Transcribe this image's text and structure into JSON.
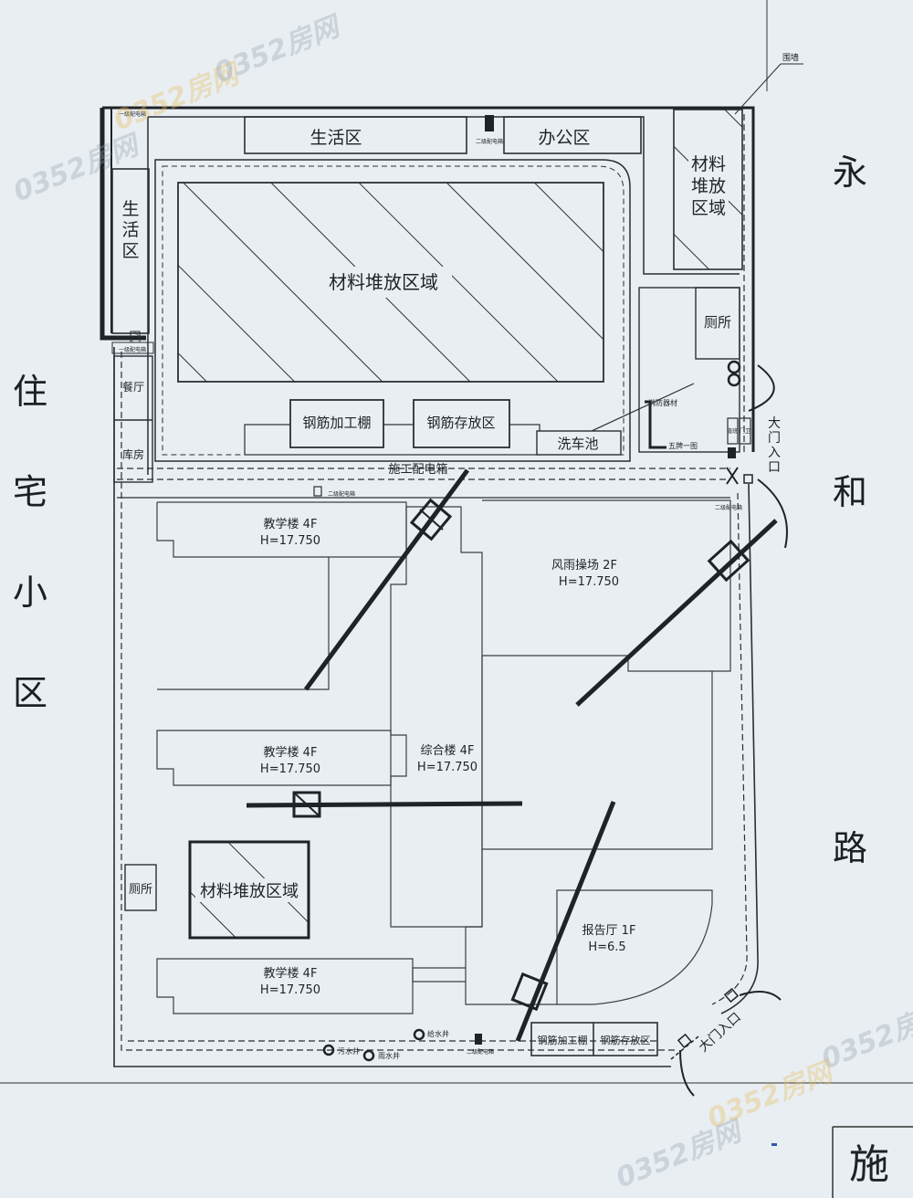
{
  "roads": {
    "left_residential": [
      "住",
      "宅",
      "小",
      "区"
    ],
    "right_road": [
      "永",
      "和",
      "路"
    ]
  },
  "title_partial": "施",
  "watermark": "0352房网",
  "labels": {
    "living_top": "生活区",
    "office": "办公区",
    "material_right": "材料\n堆放\n区域",
    "fence": "围墙",
    "living_left": "生\n活\n区",
    "box_l1_top": "一级配电箱",
    "box_l2_top": "二级配电箱",
    "material_main": "材料堆放区域",
    "rebar_shed_top": "钢筋加工棚",
    "rebar_store_top": "钢筋存放区",
    "canteen": "餐厅",
    "warehouse": "库房",
    "toilet_right": "厕所",
    "fire": "消防器材",
    "washing": "洗车池",
    "five_one": "五牌一图",
    "guard1": "值班",
    "guard2": "门卫",
    "gate_right": "大门入口",
    "construction_box": "施工配电箱",
    "box_l2_mid": "二级配电箱",
    "box_l2_right": "二级配电箱",
    "teach1": "教学楼  4F",
    "teach1_h": "H=17.750",
    "rain_field": "风雨操场  2F",
    "rain_field_h": "H=17.750",
    "teach2": "教学楼  4F",
    "teach2_h": "H=17.750",
    "complex": "综合楼  4F",
    "complex_h": "H=17.750",
    "toilet_left": "厕所",
    "material_small": "材料堆放区域",
    "auditorium": "报告厅  1F",
    "auditorium_h": "H=6.5",
    "teach3": "教学楼  4F",
    "teach3_h": "H=17.750",
    "well_supply": "给水井",
    "well_sewage": "污水井",
    "well_rain": "雨水井",
    "box_l2_bottom": "二级配电箱",
    "rebar_shed_bottom": "钢筋加工棚",
    "rebar_store_bottom": "钢筋存放区",
    "gate_bottom": "大门入口"
  }
}
